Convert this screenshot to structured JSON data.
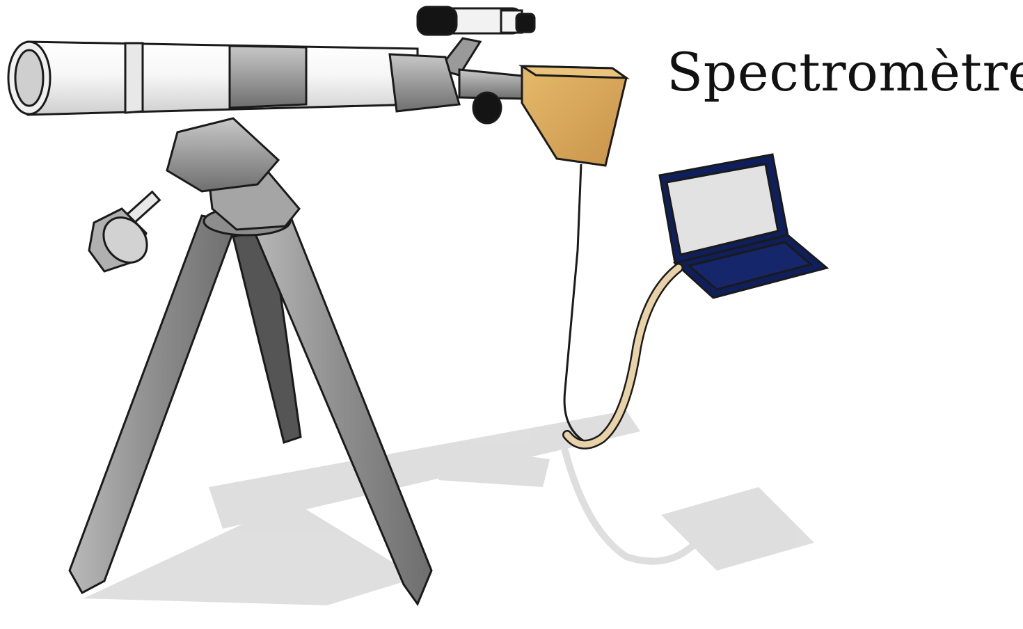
{
  "diagram": {
    "label": "Spectromètre",
    "components": [
      "telescope",
      "finder-scope",
      "tripod",
      "counterweight",
      "spectrometer",
      "laptop",
      "usb-cable"
    ],
    "colors": {
      "tube": "#f2f2f2",
      "metal": "#9a9a9a",
      "spectrometer": "#d8a85a",
      "laptop": "#0f1f5c",
      "screen": "#e2e2e2",
      "cable": "#e9d2a8",
      "shadow": "#d6d6d6"
    }
  }
}
